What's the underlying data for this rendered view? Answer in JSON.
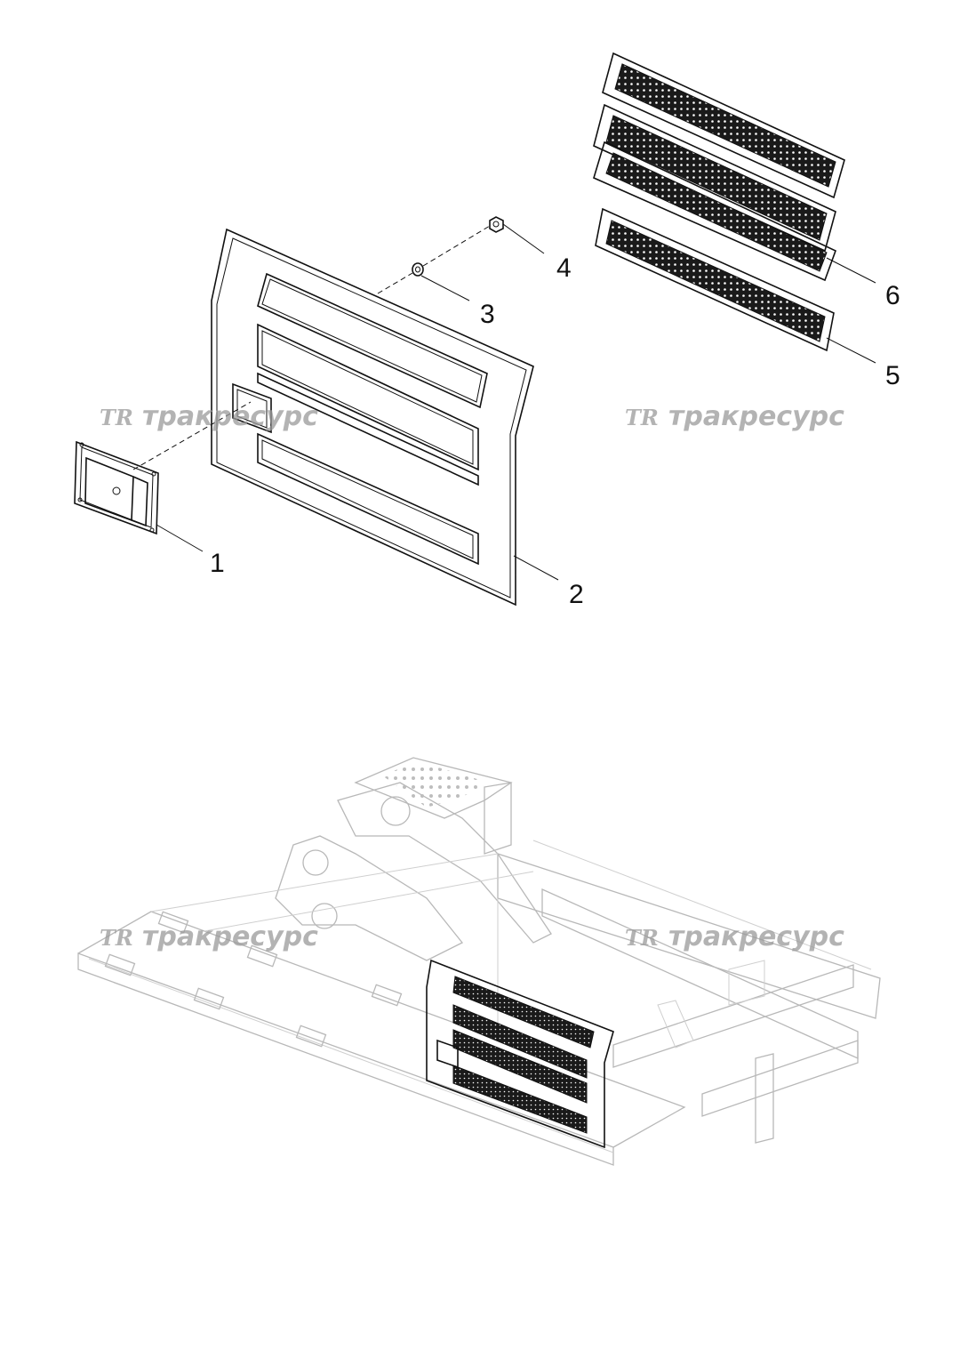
{
  "diagram": {
    "callouts": [
      {
        "id": "1",
        "text": "1"
      },
      {
        "id": "2",
        "text": "2"
      },
      {
        "id": "3",
        "text": "3"
      },
      {
        "id": "4",
        "text": "4"
      },
      {
        "id": "5",
        "text": "5"
      },
      {
        "id": "6",
        "text": "6"
      }
    ],
    "watermark": {
      "logo": "TR",
      "text": "тракресурс"
    },
    "colors": {
      "line": "#111111",
      "ghost": "#b8b8b8",
      "mesh": "#1a1a1a",
      "watermark": "#9a9a9a"
    }
  }
}
